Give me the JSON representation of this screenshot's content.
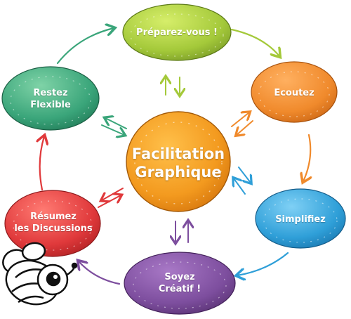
{
  "diagram": {
    "center": {
      "lines": [
        "Facilitation",
        "Graphique"
      ],
      "color": "#f39a1f"
    },
    "nodes": {
      "preparez": {
        "lines": [
          "Préparez-vous !"
        ],
        "color": "#a4c93a"
      },
      "ecoutez": {
        "lines": [
          "Ecoutez"
        ],
        "color": "#f08a2c"
      },
      "simplifiez": {
        "lines": [
          "Simplifiez"
        ],
        "color": "#2f9fd8"
      },
      "soyez": {
        "lines": [
          "Soyez",
          "Créatif !"
        ],
        "color": "#7d4e9e"
      },
      "resumez": {
        "lines": [
          "Résumez",
          "les Discussions"
        ],
        "color": "#e0393b"
      },
      "restez": {
        "lines": [
          "Restez",
          "Flexible"
        ],
        "color": "#3aa57a"
      }
    },
    "icons": {
      "mascot": "bee-mascot-icon",
      "arrows": "cycle-arrow-icon"
    }
  }
}
